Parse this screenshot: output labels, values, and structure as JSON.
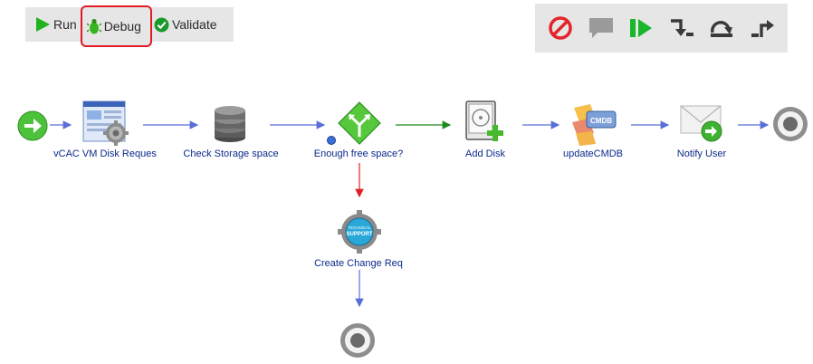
{
  "toolbar": {
    "run_label": "Run",
    "debug_label": "Debug",
    "validate_label": "Validate"
  },
  "debug_toolbar": {
    "icons": [
      "stop-icon",
      "comment-icon",
      "resume-icon",
      "step-into-icon",
      "step-over-icon",
      "step-return-icon"
    ]
  },
  "workflow": {
    "nodes": [
      {
        "id": "start",
        "label": ""
      },
      {
        "id": "vcac",
        "label": "vCAC VM Disk Reques"
      },
      {
        "id": "check",
        "label": "Check Storage space"
      },
      {
        "id": "decision",
        "label": "Enough free space?"
      },
      {
        "id": "adddisk",
        "label": "Add Disk"
      },
      {
        "id": "cmdb",
        "label": "updateCMDB"
      },
      {
        "id": "notify",
        "label": "Notify User"
      },
      {
        "id": "end1",
        "label": ""
      },
      {
        "id": "change",
        "label": "Create Change Req"
      },
      {
        "id": "end2",
        "label": ""
      }
    ]
  },
  "icon_text": {
    "cmdb": "CMDB",
    "support_line1": "TECHNICAL",
    "support_line2": "SUPPORT"
  },
  "colors": {
    "flow_arrow": "#5a6fd8",
    "true_arrow": "#1e8a1e",
    "false_arrow": "#e02020",
    "label_text": "#0b2a8a",
    "debug_highlight": "#e01b24"
  }
}
